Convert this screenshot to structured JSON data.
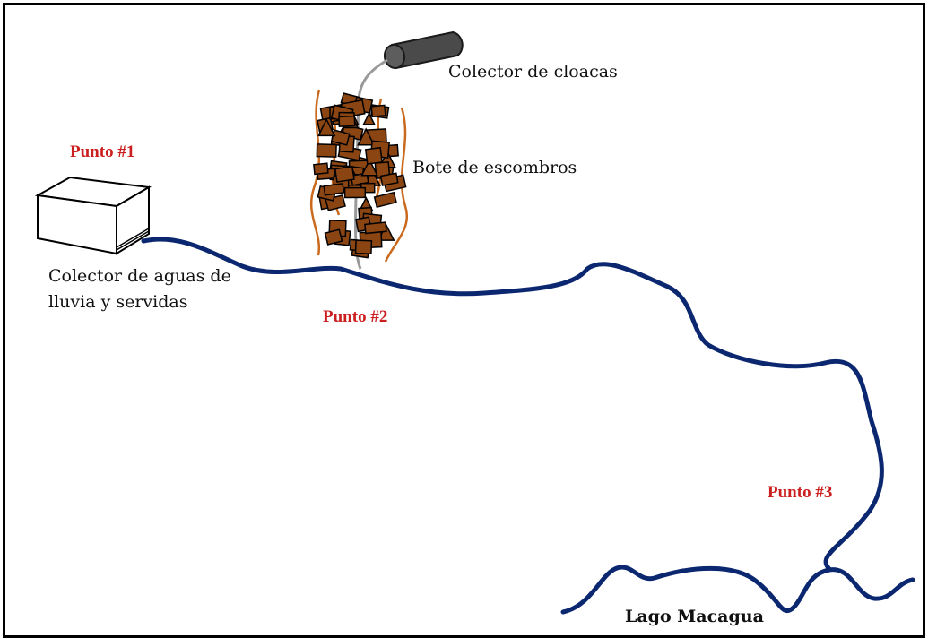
{
  "labels": {
    "punto1": "Punto #1",
    "punto2": "Punto #2",
    "punto3": "Punto #3",
    "colector_cloacas": "Colector de cloacas",
    "bote_escombros": "Bote de escombros",
    "colector_aguas_line1": "Colector de aguas de",
    "colector_aguas_line2": "lluvia y servidas",
    "lago": "Lago Macagua"
  },
  "colors": {
    "point_label": "#cc1f1f",
    "river": "#0b2770",
    "debris_fill": "#8b4513",
    "debris_stroke": "#000000",
    "vine": "#c96a1e",
    "pipe": "#4a4a4a",
    "hose": "#9a9a9a",
    "frame": "#000000"
  },
  "icons": [
    "box-collector-icon",
    "sewer-pipe-icon",
    "debris-pile-icon"
  ]
}
